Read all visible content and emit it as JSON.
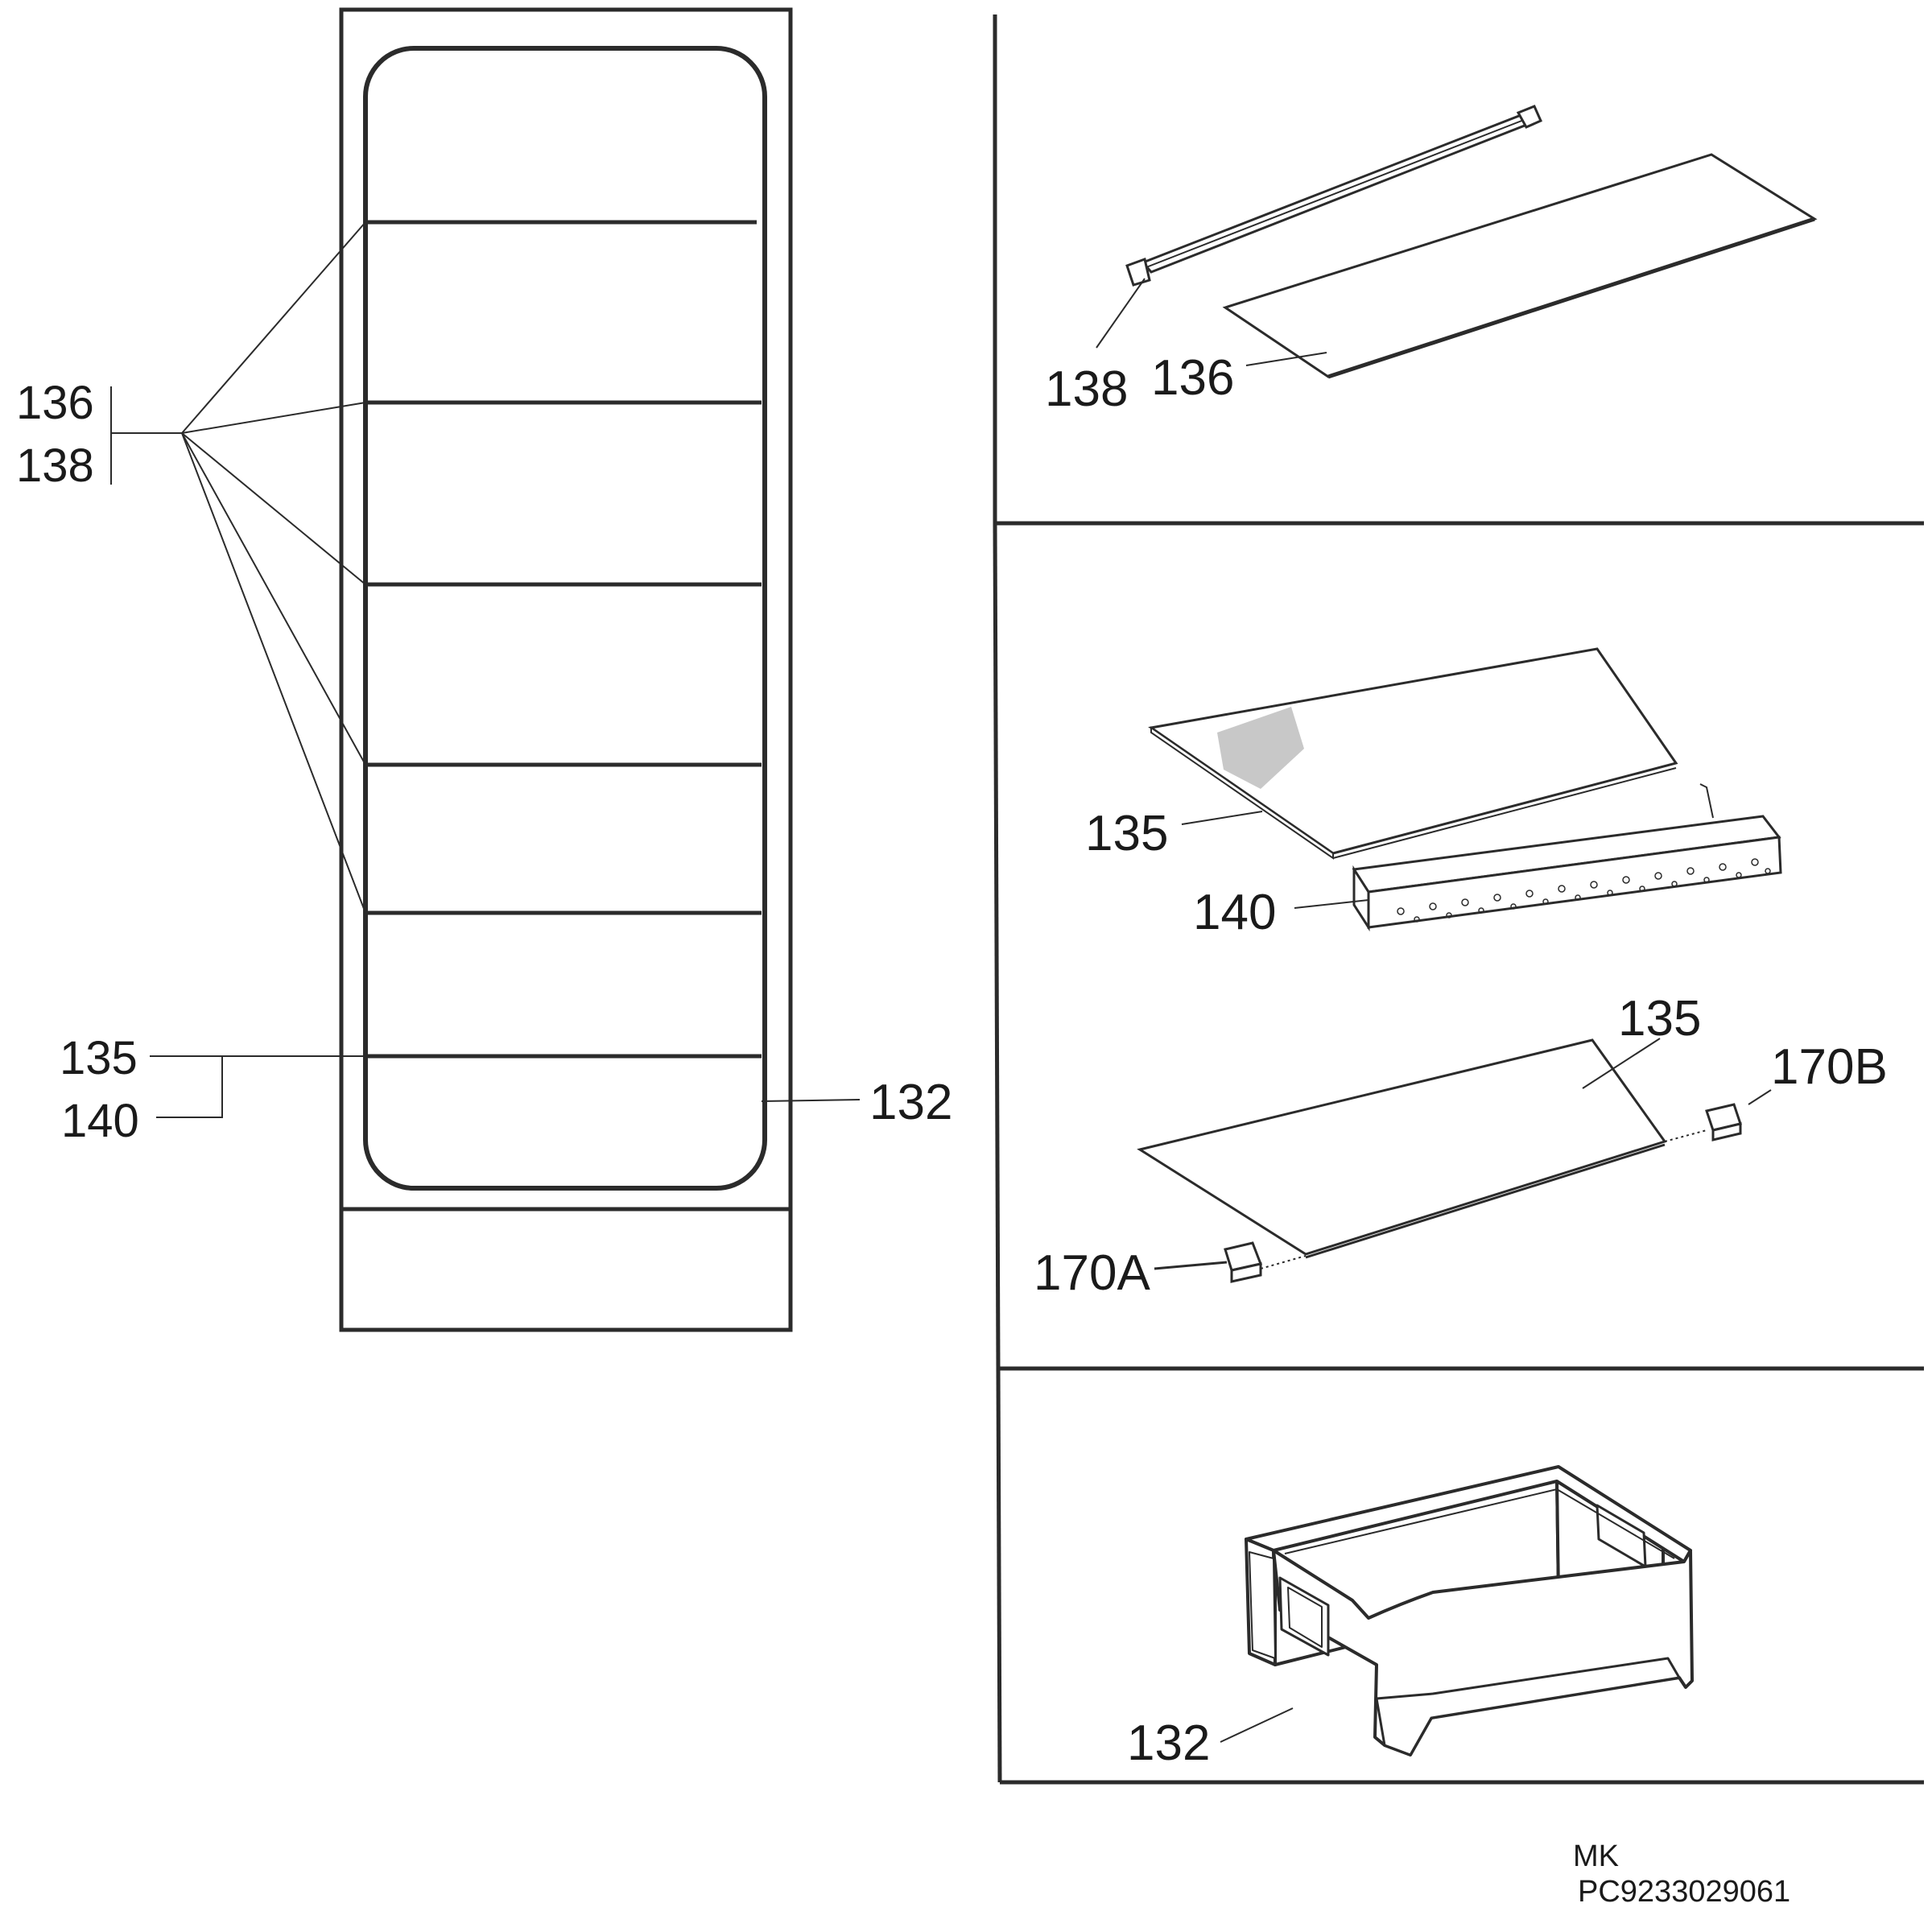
{
  "labels": {
    "left_136": "136",
    "left_138": "138",
    "left_135": "135",
    "left_140": "140",
    "left_132": "132",
    "top_138": "138",
    "top_136": "136",
    "mid_135_upper": "135",
    "mid_140": "140",
    "mid_135_lower": "135",
    "mid_170B": "170B",
    "mid_170A": "170A",
    "bottom_132": "132"
  },
  "footer": {
    "line1": "MK",
    "line2": "PC9233029061"
  }
}
